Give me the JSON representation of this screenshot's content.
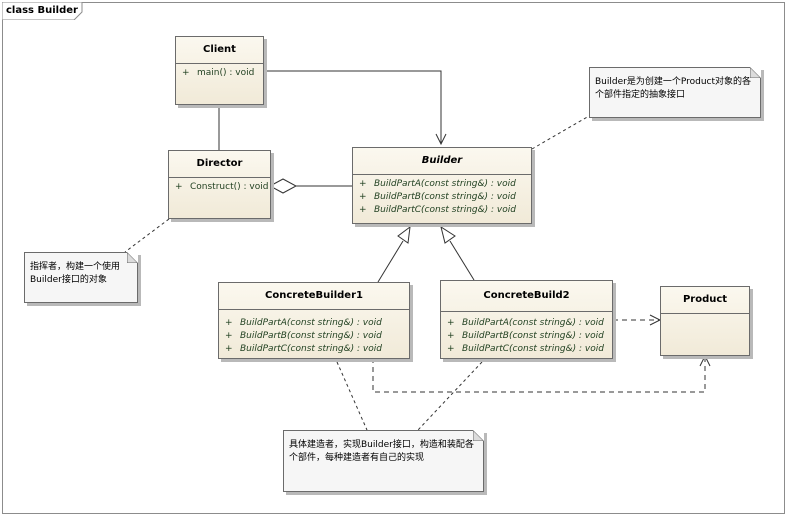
{
  "frame": {
    "title": "class Builder"
  },
  "classes": {
    "client": {
      "name": "Client",
      "ops": [
        {
          "vis": "+",
          "sig": "main() : void"
        }
      ]
    },
    "director": {
      "name": "Director",
      "ops": [
        {
          "vis": "+",
          "sig": "Construct() : void"
        }
      ]
    },
    "builder": {
      "name": "Builder",
      "ops": [
        {
          "vis": "+",
          "sig": "BuildPartA(const string&) : void"
        },
        {
          "vis": "+",
          "sig": "BuildPartB(const string&) : void"
        },
        {
          "vis": "+",
          "sig": "BuildPartC(const string&) : void"
        }
      ]
    },
    "concrete1": {
      "name": "ConcreteBuilder1",
      "ops": [
        {
          "vis": "+",
          "sig": "BuildPartA(const string&) : void"
        },
        {
          "vis": "+",
          "sig": "BuildPartB(const string&) : void"
        },
        {
          "vis": "+",
          "sig": "BuildPartC(const string&) : void"
        }
      ]
    },
    "concrete2": {
      "name": "ConcreteBuild2",
      "ops": [
        {
          "vis": "+",
          "sig": "BuildPartA(const string&) : void"
        },
        {
          "vis": "+",
          "sig": "BuildPartB(const string&) : void"
        },
        {
          "vis": "+",
          "sig": "BuildPartC(const string&) : void"
        }
      ]
    },
    "product": {
      "name": "Product"
    }
  },
  "notes": {
    "builder_note": "Builder是为创建一个Product对象的各个部件指定的抽象接口",
    "director_note": "指挥者，构建一个使用Builder接口的对象",
    "concrete_note": "具体建造者，实现Builder接口，构造和装配各个部件，每种建造者有自己的实现"
  },
  "colors": {
    "class_fill_top": "#fbf8ef",
    "class_fill_bottom": "#f1ead8",
    "note_fill": "#f6f6f6",
    "op_text": "#1f3f1f"
  }
}
